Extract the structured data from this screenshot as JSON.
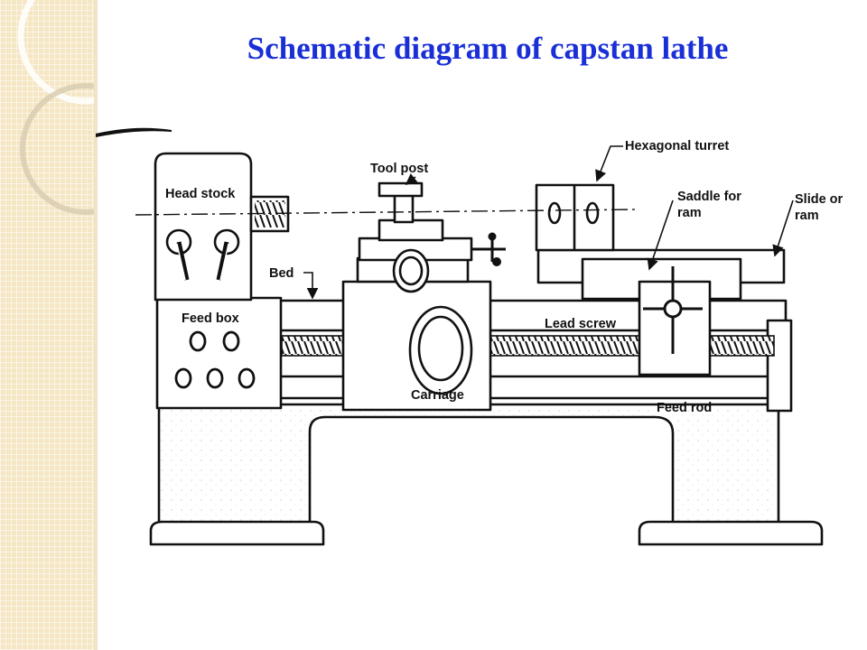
{
  "title": "Schematic diagram of capstan lathe",
  "labels": {
    "head_stock": "Head stock",
    "tool_post": "Tool post",
    "hexagonal_turret": "Hexagonal turret",
    "saddle_for_ram_1": "Saddle for",
    "saddle_for_ram_2": "ram",
    "slide_or_ram_1": "Slide or",
    "slide_or_ram_2": "ram",
    "bed": "Bed",
    "feed_box": "Feed box",
    "lead_screw": "Lead screw",
    "carriage": "Carriage",
    "feed_rod": "Feed rod"
  },
  "colors": {
    "title": "#1a2fd6",
    "side_panel": "#f5e6c4",
    "line": "#111111"
  }
}
